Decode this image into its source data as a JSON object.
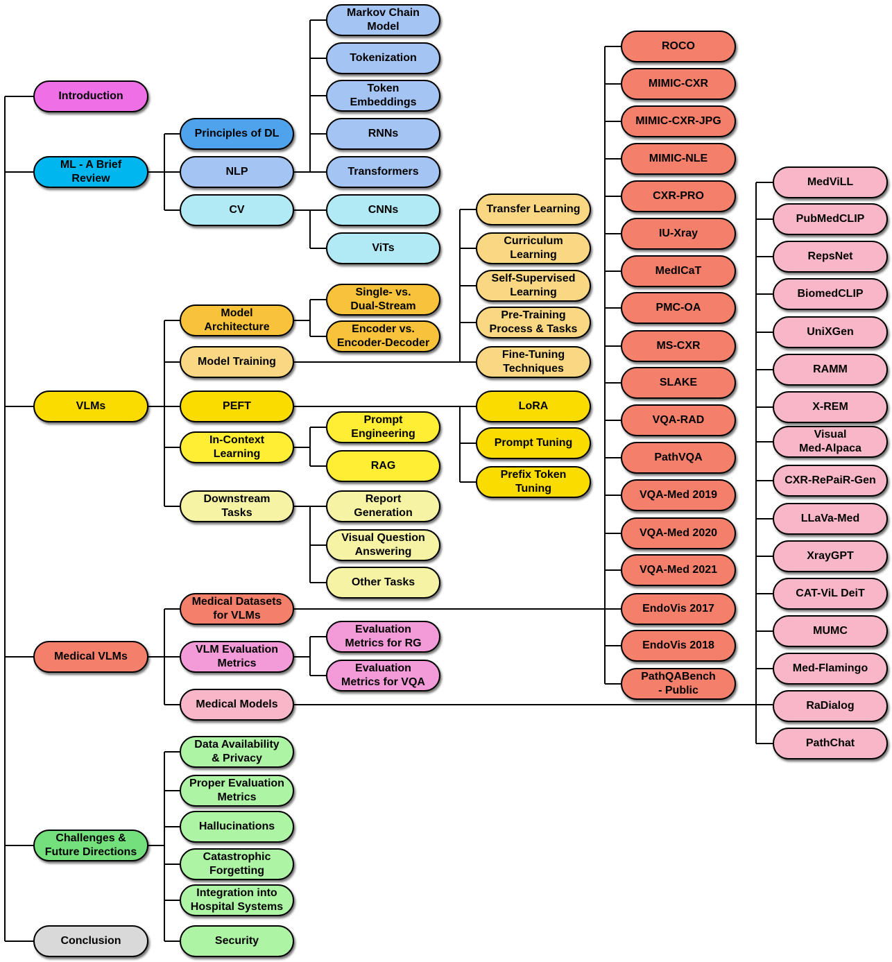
{
  "colors": {
    "pink_magenta": "#EE6FE6",
    "blue_bright": "#00B6EE",
    "blue_dl": "#4FA3EC",
    "blue_light": "#A4C4F4",
    "cyan_light": "#B1EAF4",
    "orange": "#F9C23B",
    "orange_light": "#F9D783",
    "yellow_bright": "#FBDC00",
    "yellow": "#FFEE33",
    "yellow_light": "#F6F4A4",
    "salmon": "#F4806C",
    "pink_eval": "#F39BD8",
    "pink_light": "#F8B6C9",
    "green": "#74E07C",
    "green_light": "#ADF4A4",
    "gray": "#D9D9D9",
    "line": "#000000"
  },
  "sections": {
    "introduction": "Introduction",
    "ml_review": "ML - A Brief\nReview",
    "vlms": "VLMs",
    "medical_vlms": "Medical VLMs",
    "challenges": "Challenges &\nFuture Directions",
    "conclusion": "Conclusion"
  },
  "ml": {
    "principles": "Principles of DL",
    "nlp": "NLP",
    "cv": "CV",
    "nlp_topics": [
      "Markov Chain\nModel",
      "Tokenization",
      "Token\nEmbeddings",
      "RNNs",
      "Transformers"
    ],
    "cv_topics": [
      "CNNs",
      "ViTs"
    ]
  },
  "vlm": {
    "model_architecture": "Model\nArchitecture",
    "model_training": "Model Training",
    "peft": "PEFT",
    "in_context": "In-Context\nLearning",
    "downstream": "Downstream\nTasks",
    "architecture_items": [
      "Single- vs.\nDual-Stream",
      "Encoder vs.\nEncoder-Decoder"
    ],
    "training_items": [
      "Transfer Learning",
      "Curriculum\nLearning",
      "Self-Supervised\nLearning",
      "Pre-Training\nProcess & Tasks",
      "Fine-Tuning\nTechniques"
    ],
    "peft_items": [
      "LoRA",
      "Prompt Tuning",
      "Prefix Token\nTuning"
    ],
    "in_context_items": [
      "Prompt\nEngineering",
      "RAG"
    ],
    "downstream_items": [
      "Report\nGeneration",
      "Visual Question\nAnswering",
      "Other Tasks"
    ]
  },
  "med": {
    "datasets": "Medical Datasets\nfor VLMs",
    "evaluation": "VLM Evaluation\nMetrics",
    "models": "Medical Models",
    "evaluation_items": [
      "Evaluation\nMetrics for RG",
      "Evaluation\nMetrics for VQA"
    ],
    "dataset_items": [
      "ROCO",
      "MIMIC-CXR",
      "MIMIC-CXR-JPG",
      "MIMIC-NLE",
      "CXR-PRO",
      "IU-Xray",
      "MedICaT",
      "PMC-OA",
      "MS-CXR",
      "SLAKE",
      "VQA-RAD",
      "PathVQA",
      "VQA-Med 2019",
      "VQA-Med 2020",
      "VQA-Med 2021",
      "EndoVis 2017",
      "EndoVis 2018",
      "PathQABench\n- Public"
    ],
    "model_items": [
      "MedViLL",
      "PubMedCLIP",
      "RepsNet",
      "BiomedCLIP",
      "UniXGen",
      "RAMM",
      "X-REM",
      "Visual\nMed-Alpaca",
      "CXR-RePaiR-Gen",
      "LLaVa-Med",
      "XrayGPT",
      "CAT-ViL DeiT",
      "MUMC",
      "Med-Flamingo",
      "RaDialog",
      "PathChat"
    ]
  },
  "challenges": {
    "items": [
      "Data Availability\n& Privacy",
      "Proper Evaluation\nMetrics",
      "Hallucinations",
      "Catastrophic\nForgetting",
      "Integration into\nHospital Systems",
      "Security"
    ]
  }
}
